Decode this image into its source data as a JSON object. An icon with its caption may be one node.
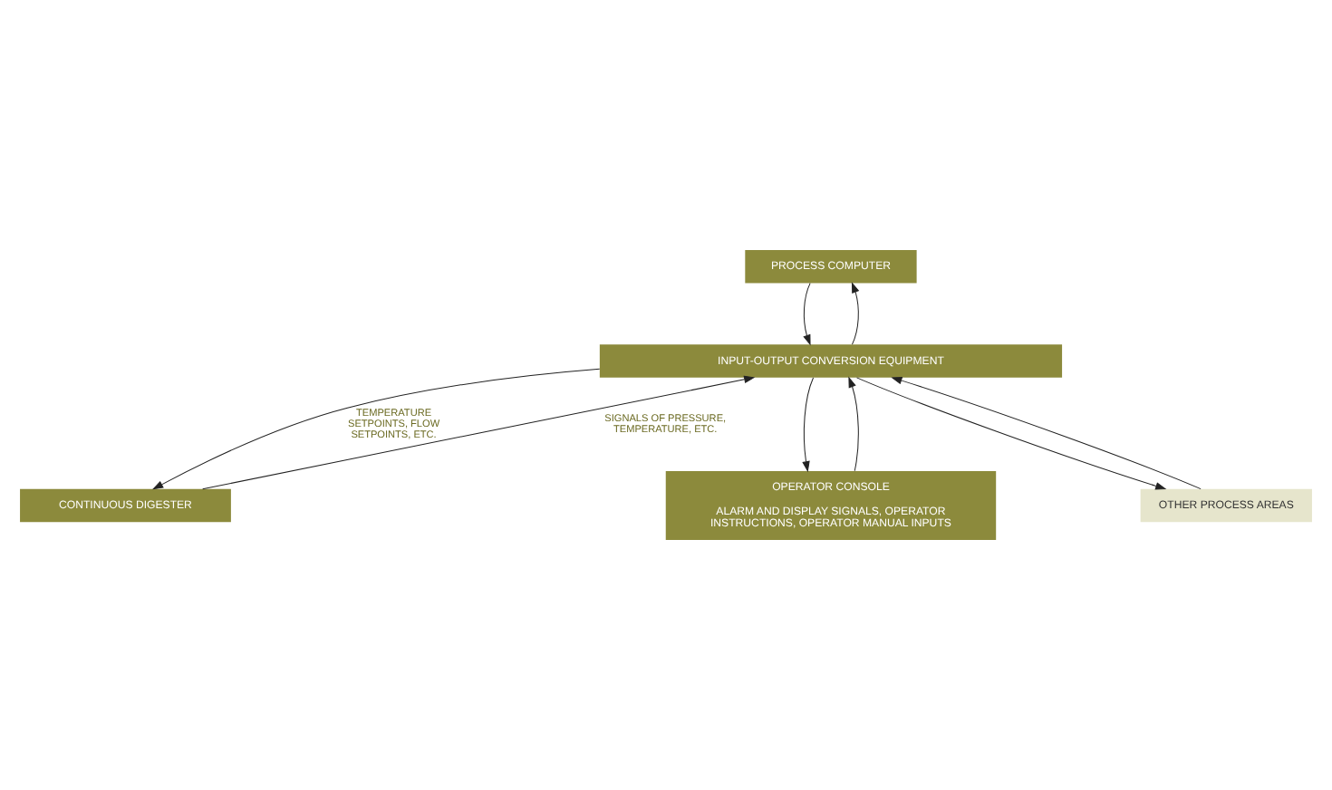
{
  "diagram": {
    "nodes": [
      {
        "text": [
          "PROCESS COMPUTER"
        ]
      },
      {
        "text": [
          "INPUT-OUTPUT CONVERSION EQUIPMENT"
        ]
      },
      {
        "text": [
          "CONTINUOUS DIGESTER"
        ]
      },
      {
        "text": [
          "OTHER PROCESS AREAS"
        ]
      },
      {
        "text": [
          "OPERATOR CONSOLE",
          "ALARM AND DISPLAY SIGNALS, OPERATOR INSTRUCTIONS, OPERATOR MANUAL INPUTS"
        ]
      }
    ],
    "edges": [
      {
        "from": 1,
        "to": 0,
        "arrow": "to"
      },
      {
        "from": 0,
        "to": 1,
        "arrow": "to"
      },
      {
        "from": 2,
        "to": 1,
        "arrow": "to",
        "label": "SIGNALS OF PRESSURE, TEMPERATURE, ETC."
      },
      {
        "from": 1,
        "to": 2,
        "arrow": "to",
        "label": "TEMPERATURE SETPOINTS, FLOW SETPOINTS, ETC."
      },
      {
        "from": 1,
        "to": 4,
        "arrow": "to"
      },
      {
        "from": 4,
        "to": 1,
        "arrow": "to"
      },
      {
        "from": 1,
        "to": 3,
        "arrow": "to"
      },
      {
        "from": 3,
        "to": 1,
        "arrow": "to"
      }
    ]
  }
}
